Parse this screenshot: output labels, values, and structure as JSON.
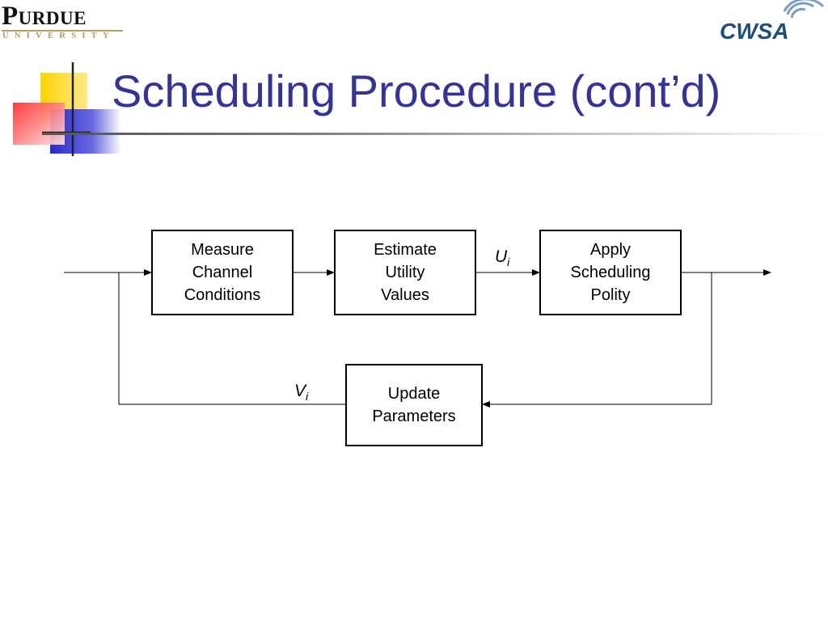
{
  "header": {
    "purdue_logo": {
      "name": "Purdue",
      "subtitle": "UNIVERSITY",
      "accent": "#b89b5e"
    },
    "cwsa_logo": {
      "text": "CWSA",
      "color": "#1f4e79"
    }
  },
  "slide": {
    "title": "Scheduling Procedure (cont’d)",
    "title_color": "#333399"
  },
  "diagram": {
    "boxes": {
      "measure": "Measure\nChannel\nConditions",
      "estimate": "Estimate\nUtility\nValues",
      "apply": "Apply\nScheduling\nPolity",
      "update": "Update\nParameters"
    },
    "labels": {
      "u": {
        "base": "U",
        "sub": "i"
      },
      "v": {
        "base": "V",
        "sub": "i"
      }
    }
  }
}
